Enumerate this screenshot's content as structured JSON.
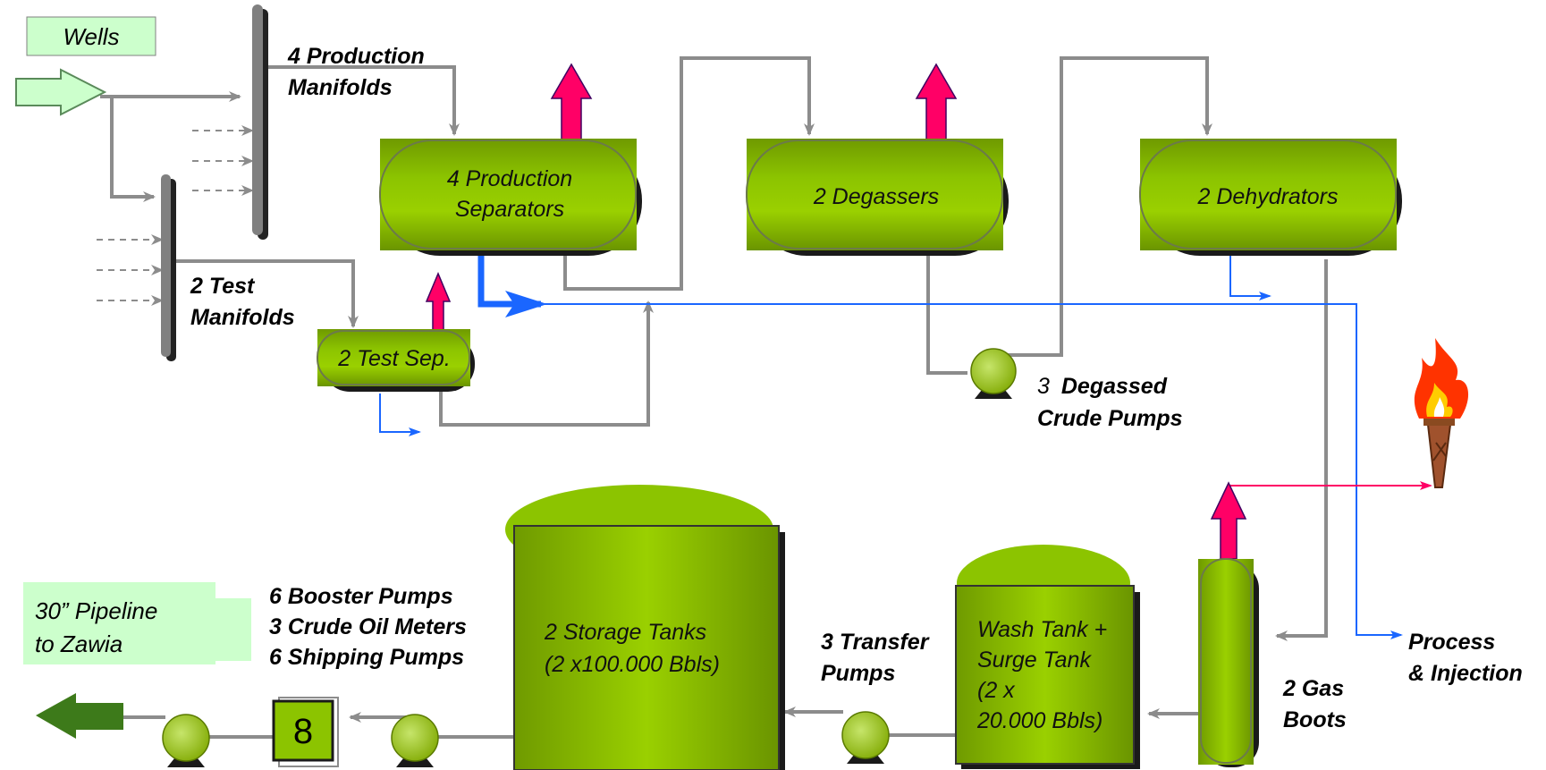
{
  "wells": "Wells",
  "production_manifolds": [
    "4 Production",
    "Manifolds"
  ],
  "test_manifolds": [
    "2 Test",
    "Manifolds"
  ],
  "production_separators": [
    "4 Production",
    "Separators"
  ],
  "test_separator": "2 Test Sep.",
  "degassers": "2 Degassers",
  "dehydrators": "2 Dehydrators",
  "degassed_crude_pumps": {
    "count": "3",
    "label_line1": "Degassed",
    "label_line2": "Crude Pumps"
  },
  "process_injection": [
    "Process",
    "& Injection"
  ],
  "gas_boots": [
    "2 Gas",
    "Boots"
  ],
  "wash_tank": [
    "Wash Tank +",
    "Surge Tank",
    "(2 x",
    "20.000 Bbls)"
  ],
  "transfer_pumps": [
    "3 Transfer",
    "Pumps"
  ],
  "storage_tanks": [
    "2 Storage Tanks",
    "(2 x100.000 Bbls)"
  ],
  "booster_group": [
    "6 Booster Pumps",
    "3 Crude Oil Meters",
    "6 Shipping Pumps"
  ],
  "meter_count": "8",
  "pipeline": [
    "30” Pipeline",
    "to Zawia"
  ],
  "colors": {
    "vessel": "#8cc400",
    "gas_arrow": "#ff0066",
    "water_line": "#1a66ff",
    "pipe": "#8c8c8c",
    "label_box": "#ccffcc",
    "export_arrow": "#3d7a1a"
  }
}
